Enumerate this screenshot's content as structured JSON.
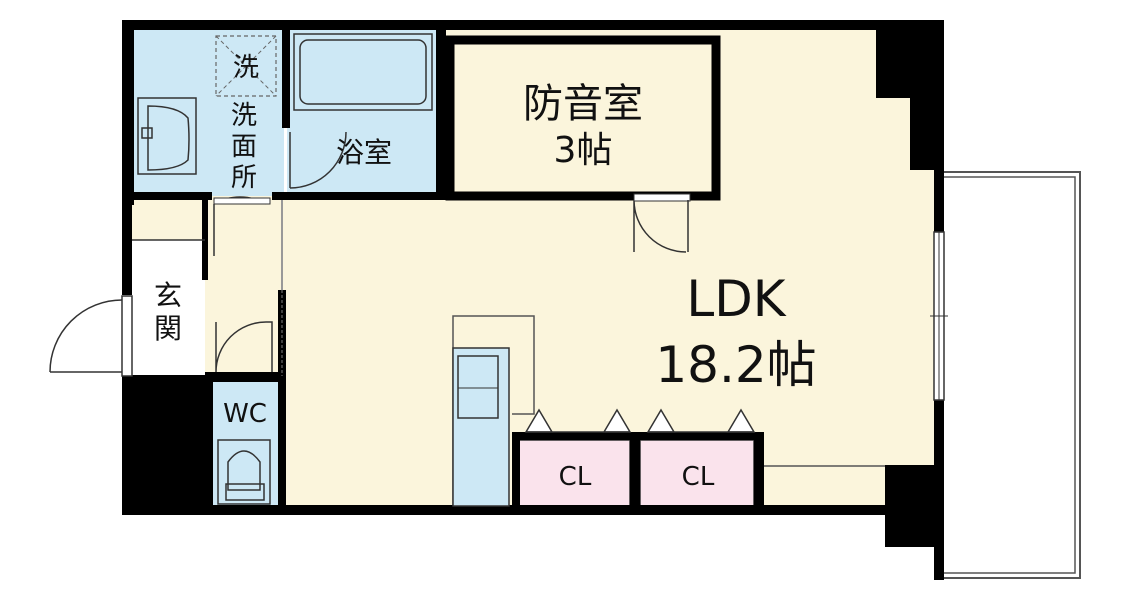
{
  "floor_plan": {
    "rooms": {
      "ldk": {
        "name": "LDK",
        "size": "18.2帖"
      },
      "soundproof": {
        "name": "防音室",
        "size": "3帖"
      },
      "bath": {
        "name": "浴室"
      },
      "washroom": {
        "chars": [
          "洗",
          "面",
          "所"
        ]
      },
      "washer": {
        "label": "洗"
      },
      "entrance": {
        "chars": [
          "玄",
          "関"
        ]
      },
      "wc": {
        "name": "WC"
      },
      "closet_left": {
        "name": "CL"
      },
      "closet_right": {
        "name": "CL"
      }
    },
    "colors": {
      "wall": "#000000",
      "floor": "#FBF5DC",
      "wet_area": "#CDE8F5",
      "closet": "#FAE3EC",
      "entrance_floor": "#FFFFFF",
      "line": "#333333"
    }
  }
}
